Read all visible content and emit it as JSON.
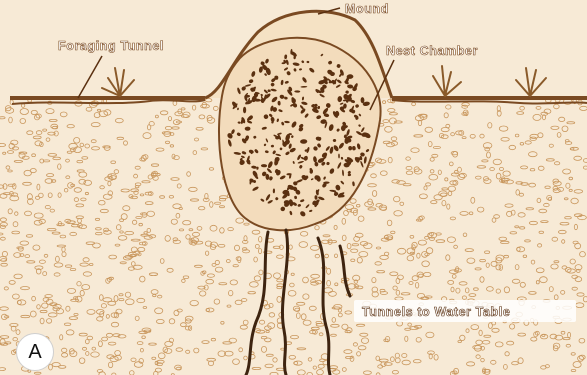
{
  "figure": {
    "panel_label": "A",
    "labels": {
      "mound": "Mound",
      "foraging_tunnel": "Foraging Tunnel",
      "nest_chamber": "Nest Chamber",
      "tunnels_to_water_table": "Tunnels to Water Table"
    }
  },
  "colors": {
    "background": "#f7ead6",
    "ground_line": "#7a4a22",
    "grain_stroke": "#c9975d",
    "nest_cavity": "#5a3010",
    "tunnel": "#3e2410",
    "grass": "#8a5a2a",
    "label_box": "#ffffff",
    "label_text": "#ffffff"
  }
}
